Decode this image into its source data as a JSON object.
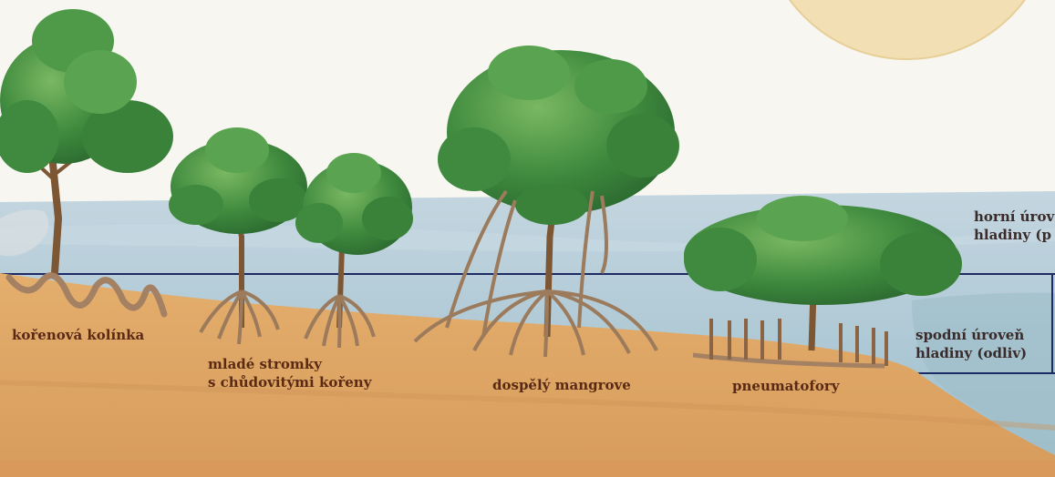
{
  "colors": {
    "sky": "#f7f6f1",
    "sun": "#f1dfb0",
    "sea_far": "#b9cedb",
    "sea_near": "#a9c6d2",
    "sand": "#dfa868",
    "sand_shadow": "#c98e4f",
    "foliage": "#3f8a3e",
    "foliage_light": "#6caa57",
    "trunk": "#7d5634",
    "label_text": "#5a2a14",
    "water_line": "#1d2a63"
  },
  "labels": {
    "knee_roots": "kořenová kolínka",
    "young_trees_line1": "mladé stromky",
    "young_trees_line2": "s chůdovitými kořeny",
    "adult_mangrove": "dospělý mangrove",
    "pneumatophores": "pneumatofory",
    "high_tide_line1": "horní úrov",
    "high_tide_line2": "hladiny (p",
    "low_tide_line1": "spodní úroveň",
    "low_tide_line2": "hladiny (odliv)"
  }
}
